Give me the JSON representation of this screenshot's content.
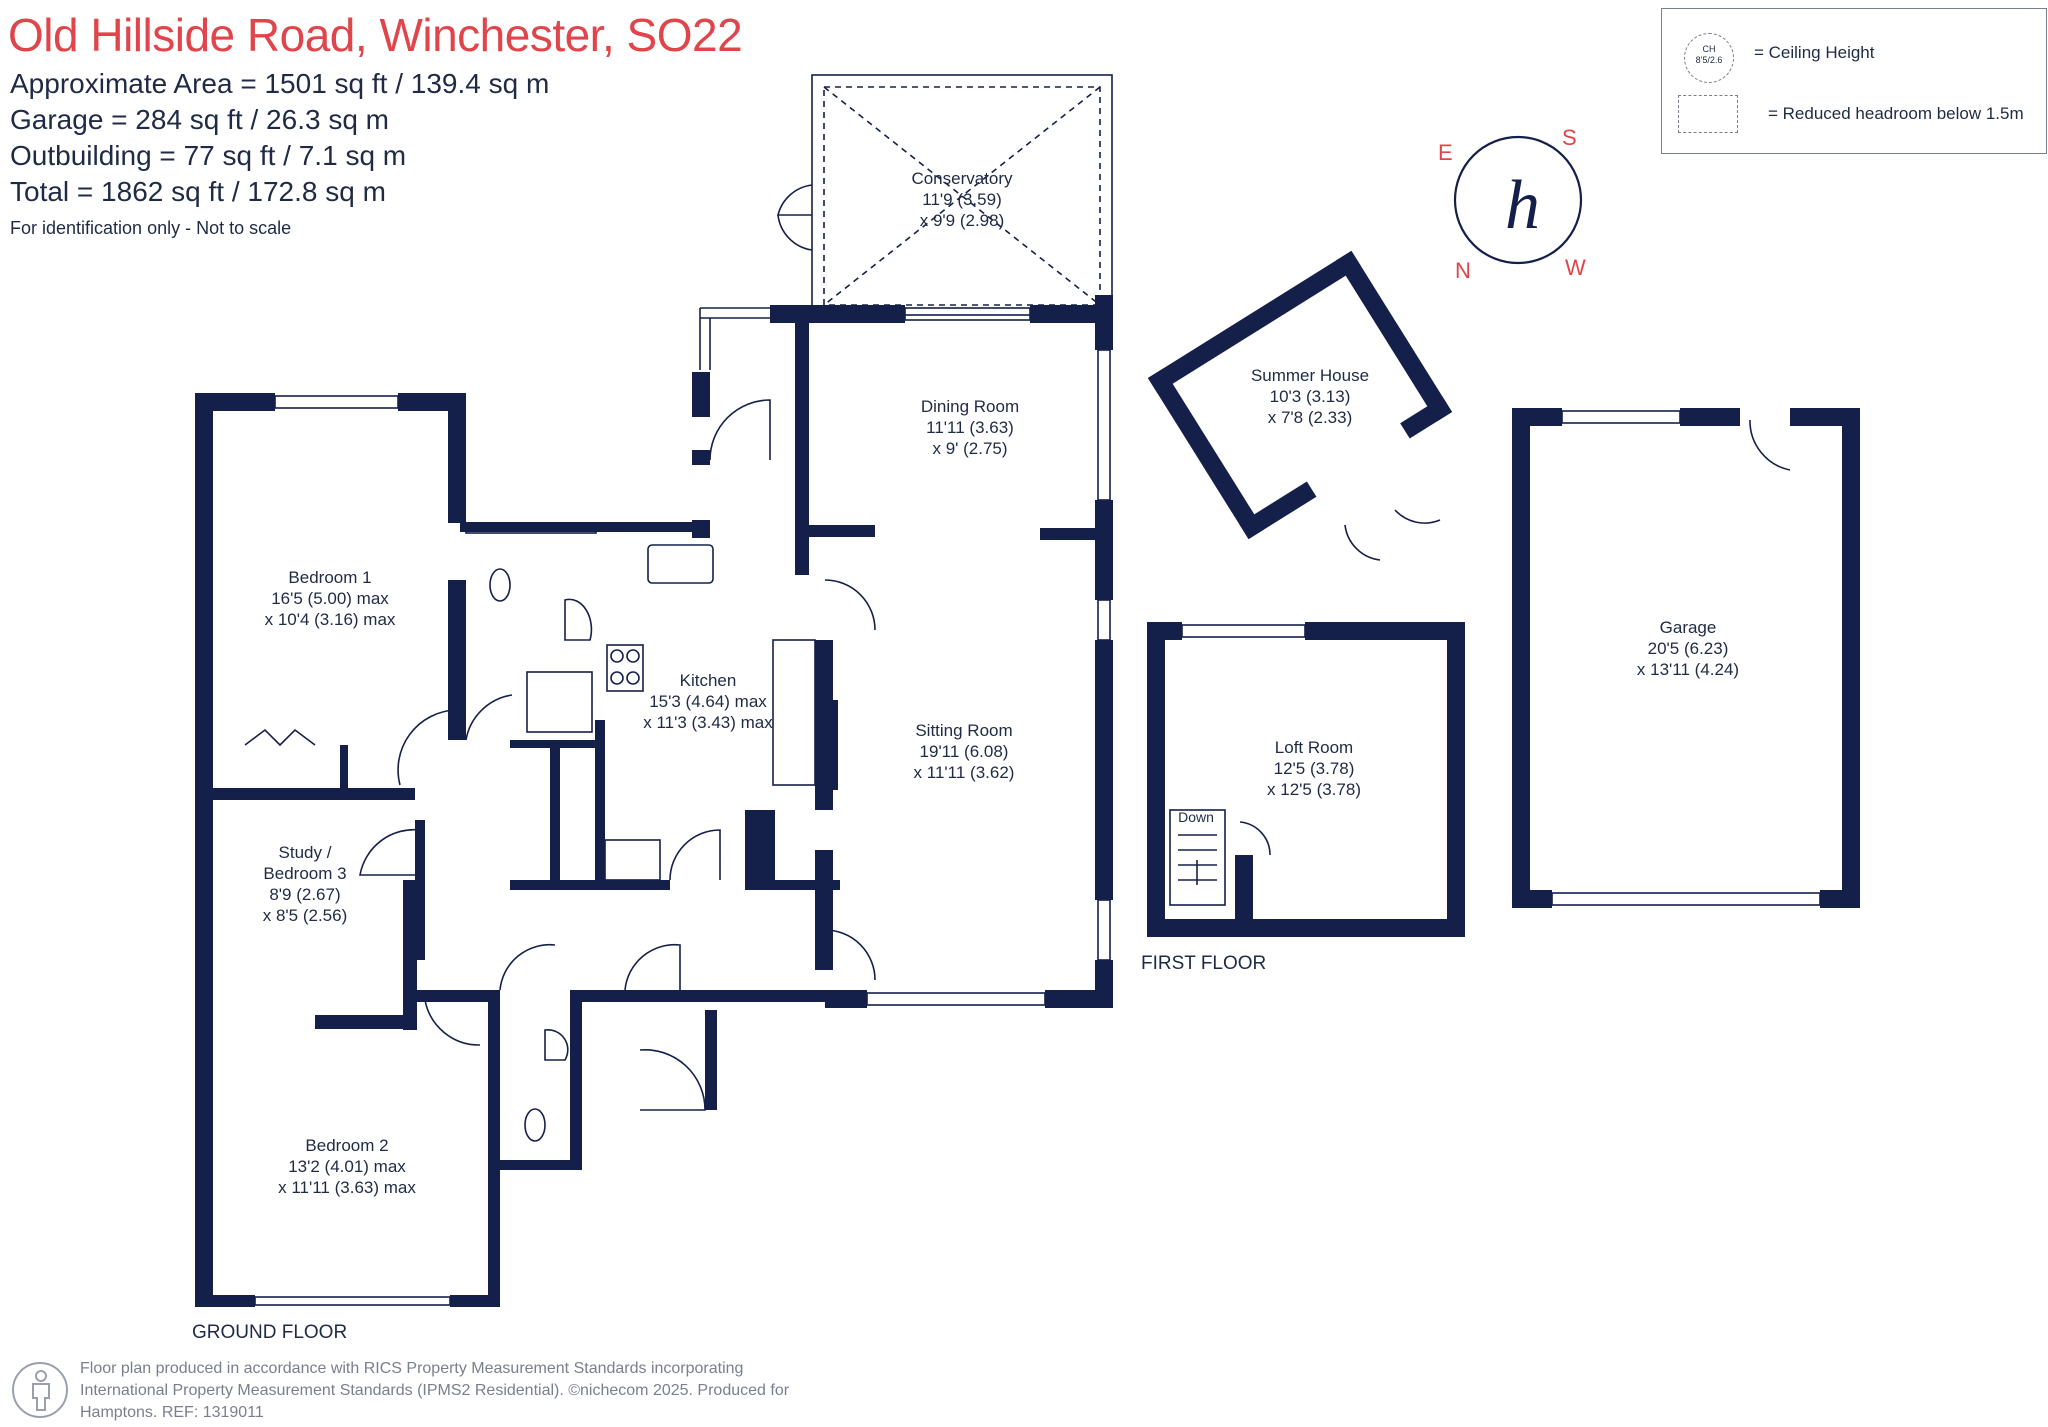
{
  "header": {
    "title": "Old Hillside Road, Winchester, SO22",
    "areas": [
      "Approximate Area = 1501 sq ft / 139.4 sq m",
      "Garage = 284 sq ft / 26.3 sq m",
      "Outbuilding = 77 sq ft / 7.1 sq m",
      "Total = 1862 sq ft / 172.8 sq m"
    ],
    "note": "For identification only - Not to scale"
  },
  "legend": {
    "ch_symbol_top": "CH",
    "ch_symbol_bottom": "8'5/2.6",
    "ceiling_height": "= Ceiling Height",
    "reduced_headroom": "= Reduced headroom below 1.5m"
  },
  "compass": {
    "n": "N",
    "e": "E",
    "s": "S",
    "w": "W",
    "logo": "h"
  },
  "rooms": {
    "conservatory": [
      "Conservatory",
      "11'9 (3.59)",
      "x 9'9 (2.98)"
    ],
    "dining": [
      "Dining Room",
      "11'11 (3.63)",
      "x 9' (2.75)"
    ],
    "bedroom1": [
      "Bedroom 1",
      "16'5 (5.00) max",
      "x 10'4 (3.16) max"
    ],
    "kitchen": [
      "Kitchen",
      "15'3 (4.64) max",
      "x 11'3 (3.43) max"
    ],
    "sitting": [
      "Sitting Room",
      "19'11 (6.08)",
      "x 11'11 (3.62)"
    ],
    "study": [
      "Study /",
      "Bedroom 3",
      "8'9 (2.67)",
      "x 8'5 (2.56)"
    ],
    "bedroom2": [
      "Bedroom 2",
      "13'2 (4.01) max",
      "x 11'11 (3.63) max"
    ],
    "summer": [
      "Summer House",
      "10'3 (3.13)",
      "x 7'8 (2.33)"
    ],
    "loft": [
      "Loft Room",
      "12'5 (3.78)",
      "x 12'5 (3.78)"
    ],
    "stairs": "Down",
    "garage": [
      "Garage",
      "20'5 (6.23)",
      "x 13'11 (4.24)"
    ]
  },
  "floors": {
    "ground": "GROUND FLOOR",
    "first": "FIRST FLOOR"
  },
  "footer": {
    "line1": "Floor plan produced in accordance with RICS Property Measurement Standards incorporating",
    "line2": "International Property Measurement Standards (IPMS2 Residential).  ©nichecom 2025.    Produced for",
    "line3": "Hamptons.   REF: 1319011"
  },
  "colors": {
    "wall": "#14204a",
    "title": "#e0454b",
    "text": "#1f2a44",
    "muted": "#7a7f8e"
  }
}
